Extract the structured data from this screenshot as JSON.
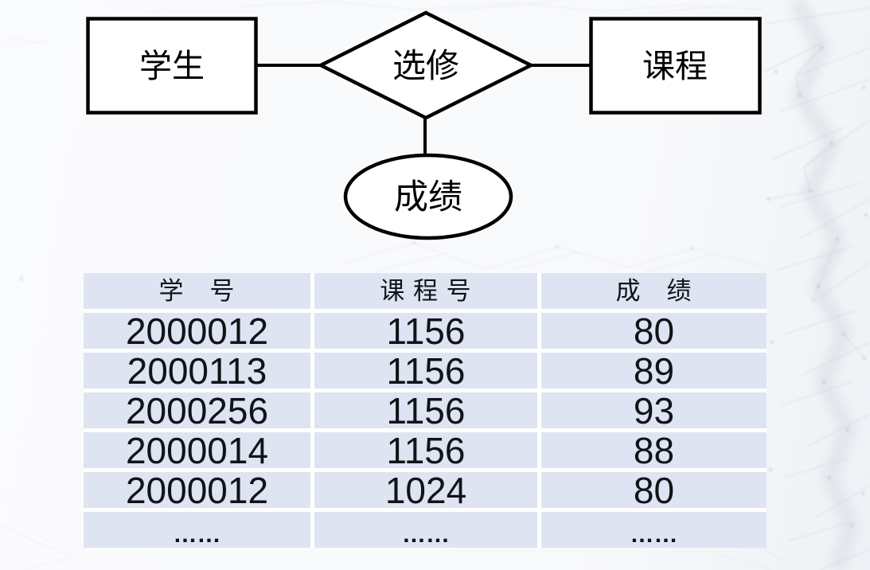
{
  "diagram": {
    "entity_student": "学生",
    "relationship": "选修",
    "entity_course": "课程",
    "attribute_grade": "成绩"
  },
  "table": {
    "headers": {
      "student_id": "学　号",
      "course_id": "课 程 号",
      "grade": "成　绩"
    },
    "rows": [
      {
        "student_id": "2000012",
        "course_id": "1156",
        "grade": "80"
      },
      {
        "student_id": "2000113",
        "course_id": "1156",
        "grade": "89"
      },
      {
        "student_id": "2000256",
        "course_id": "1156",
        "grade": "93"
      },
      {
        "student_id": "2000014",
        "course_id": "1156",
        "grade": "88"
      },
      {
        "student_id": "2000012",
        "course_id": "1024",
        "grade": "80"
      }
    ],
    "ellipsis_row": {
      "student_id": "……",
      "course_id": "……",
      "grade": "……"
    }
  },
  "colors": {
    "cell_background": "#dee4f1",
    "table_gap": "#ffffff",
    "shape_stroke": "#000000",
    "page_background": "#f8f9fb",
    "mesh_line": "#c9cfda"
  }
}
